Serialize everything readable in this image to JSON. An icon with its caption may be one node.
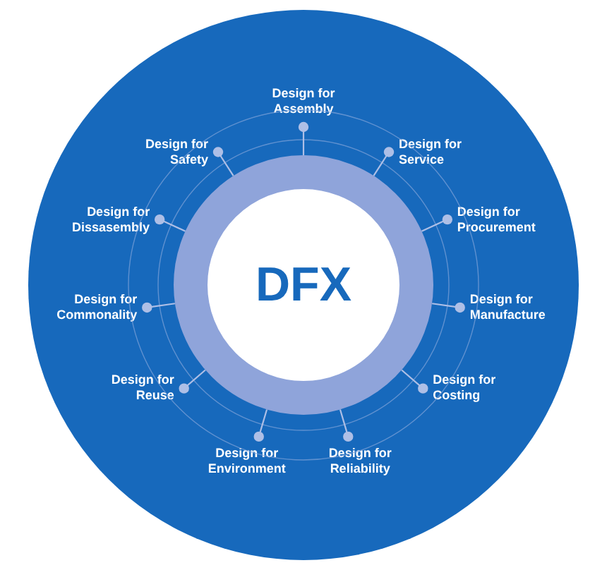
{
  "diagram": {
    "nodes": [
      {
        "text": [],
        "shape": "circle"
      },
      {
        "text": [
          "DFX"
        ],
        "in": 0
      },
      {
        "text": [
          "Design for Assembly"
        ],
        "in": 0
      },
      {
        "text": [
          "Design for Service"
        ],
        "in": 0
      },
      {
        "text": [
          "Design for Procurement"
        ],
        "in": 0
      },
      {
        "text": [
          "Design for Manufacture"
        ],
        "in": 0
      },
      {
        "text": [
          "Design for Costing"
        ],
        "in": 0
      },
      {
        "text": [
          "Design for Reliability"
        ],
        "in": 0
      },
      {
        "text": [
          "Design for Environment"
        ],
        "in": 0
      },
      {
        "text": [
          "Design for Reuse"
        ],
        "in": 0
      },
      {
        "text": [
          "Design for Commonality"
        ],
        "in": 0
      },
      {
        "text": [
          "Design for Dissasembly"
        ],
        "in": 0
      },
      {
        "text": [
          "Design for Safety"
        ],
        "in": 0
      }
    ],
    "edges": [
      {
        "from": 2,
        "to": 1,
        "arrow": "other"
      },
      {
        "from": 3,
        "to": 1,
        "arrow": "other"
      },
      {
        "from": 4,
        "to": 1,
        "arrow": "other"
      },
      {
        "from": 5,
        "to": 1,
        "arrow": "other"
      },
      {
        "from": 6,
        "to": 1,
        "arrow": "other"
      },
      {
        "from": 7,
        "to": 1,
        "arrow": "other"
      },
      {
        "from": 8,
        "to": 1,
        "arrow": "other"
      },
      {
        "from": 9,
        "to": 1,
        "arrow": "other"
      },
      {
        "from": 10,
        "to": 1,
        "arrow": "other"
      },
      {
        "from": 11,
        "to": 1,
        "arrow": "other"
      },
      {
        "from": 12,
        "to": 1,
        "arrow": "other"
      }
    ]
  }
}
